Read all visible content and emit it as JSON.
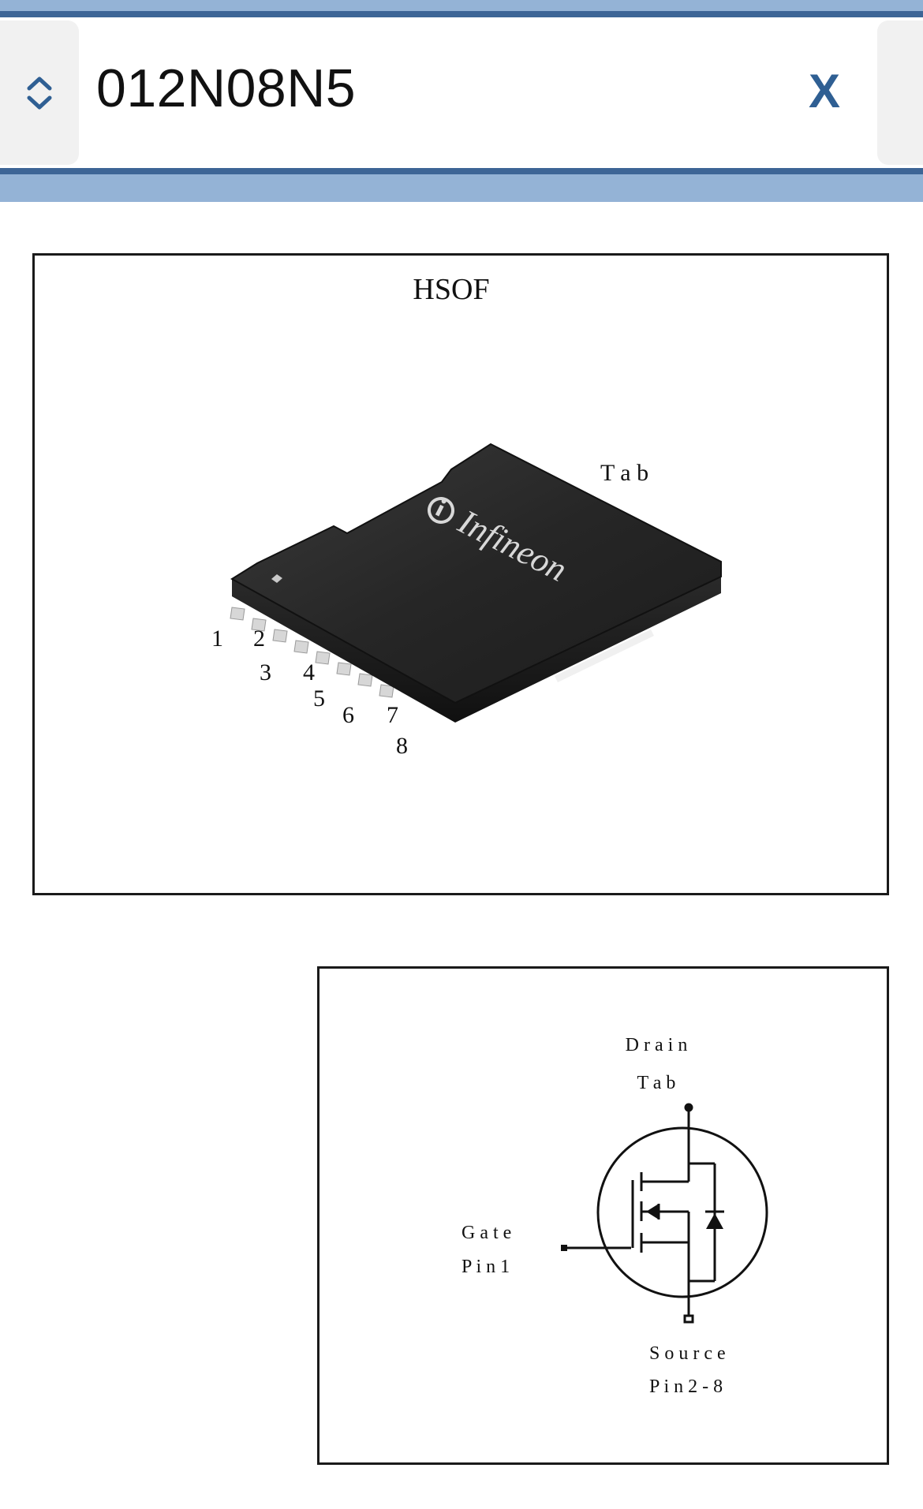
{
  "search": {
    "value": "012N08N5",
    "clear_label": "X"
  },
  "package_figure": {
    "title": "HSOF",
    "tab_label": "T a b",
    "brand_logo_text": "Infineon",
    "pin_labels": [
      "1",
      "2",
      "3",
      "4",
      "5",
      "6",
      "7",
      "8"
    ]
  },
  "symbol_figure": {
    "drain_label": "D r a i n",
    "drain_tab_label": "T a b",
    "gate_label": "G a t e",
    "gate_pin_label": "P i n  1",
    "source_label": "S o u r c e",
    "source_pin_label": "P i n  2 - 8"
  },
  "colors": {
    "accent": "#3d6596",
    "bar_background": "#94b3d6",
    "clear_button": "#2f5f93"
  }
}
